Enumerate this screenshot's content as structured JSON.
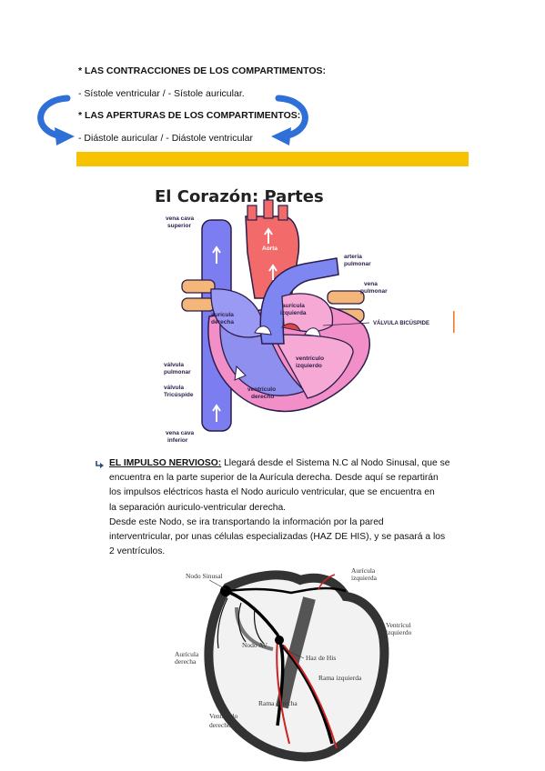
{
  "header": {
    "line1": "* LAS CONTRACCIONES DE LOS COMPARTIMENTOS:",
    "line2": "- Sístole ventricular / - Sístole auricular.",
    "line3": "* LAS APERTURAS DE LOS COMPARTIMENTOS:",
    "line4": "- Diástole auricular / - Diástole ventricular"
  },
  "colors": {
    "accent_bar": "#f7c200",
    "arrow_blue": "#2f6fd8"
  },
  "heart_diagram": {
    "title": "El Corazón: Partes",
    "labels": {
      "vena_cava_superior_1": "vena cava",
      "vena_cava_superior_2": "superior",
      "aorta": "Aorta",
      "arteria_1": "arteria",
      "arteria_2": "pulmonar",
      "vena_pulm_1": "vena",
      "vena_pulm_2": "pulmonar",
      "auricula_izq_1": "aurícula",
      "auricula_izq_2": "izquierda",
      "auricula_der_1": "aurícula",
      "auricula_der_2": "derecha",
      "valvula_bicuspide": "VÁLVULA BICÚSPIDE",
      "valvula_pulmonar_1": "válvula",
      "valvula_pulmonar_2": "pulmonar",
      "valvula_tricuspide_1": "válvula",
      "valvula_tricuspide_2": "Tricúspide",
      "ventriculo_izq_1": "ventrículo",
      "ventriculo_izq_2": "izquierdo",
      "ventriculo_der_1": "ventrículo",
      "ventriculo_der_2": "derecho",
      "vena_cava_inferior_1": "vena cava",
      "vena_cava_inferior_2": "inferior"
    }
  },
  "impulse": {
    "lead": "EL IMPULSO NERVIOSO:",
    "line1_rest": " Llegará desde el Sistema N.C al Nodo Sinusal, que se",
    "line2": "encuentra en la parte superior de la Aurícula derecha. Desde aquí se repartirán",
    "line3": "los impulsos eléctricos hasta el Nodo auriculo ventricular, que se encuentra en",
    "line4": "la separación auriculo-ventricular derecha.",
    "line5": "Desde este Nodo, se ira transportando la información por la pared",
    "line6": "interventricular, por unas células especializadas (HAZ DE HIS), y se pasará a los",
    "line7": "2 ventrículos."
  },
  "conduction_diagram": {
    "labels": {
      "nodo_sinusal": "Nodo Sinusal",
      "auricula_izq_1": "Aurícula",
      "auricula_izq_2": "izquierda",
      "ventriculo_izq_1": "Ventrículo",
      "ventriculo_izq_2": "izquierdo",
      "nodo_av": "Nodo AV",
      "haz_his": "Haz de His",
      "auricula_der_1": "Aurícula",
      "auricula_der_2": "derecha",
      "rama_izq": "Rama izquierda",
      "rama_der": "Rama derecha",
      "ventriculo_der_1": "Ventrículo",
      "ventriculo_der_2": "derecho"
    }
  }
}
